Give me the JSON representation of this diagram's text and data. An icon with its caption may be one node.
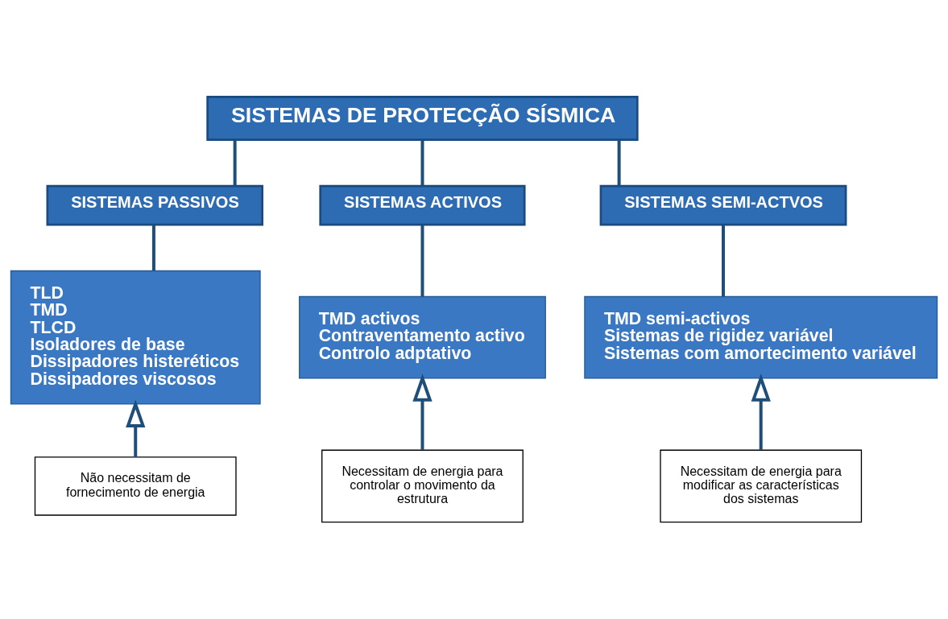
{
  "diagram": {
    "nodes": [
      {
        "text": [
          "SISTEMAS DE PROTECÇÃO SÍSMICA"
        ]
      },
      {
        "text": [
          "SISTEMAS PASSIVOS"
        ]
      },
      {
        "text": [
          "SISTEMAS ACTIVOS"
        ]
      },
      {
        "text": [
          "SISTEMAS SEMI-ACTVOS"
        ]
      },
      {
        "text": [
          "TLD",
          "TMD",
          "TLCD",
          "Isoladores de base",
          "Dissipadores histeréticos",
          "Dissipadores viscosos"
        ]
      },
      {
        "text": [
          "TMD activos",
          "Contraventamento activo",
          "Controlo adptativo"
        ]
      },
      {
        "text": [
          "TMD semi-activos",
          "Sistemas de rigidez variável",
          "Sistemas com amortecimento variável"
        ]
      },
      {
        "text": [
          "Não necessitam de fornecimento de energia"
        ]
      },
      {
        "text": [
          "Necessitam de energia para controlar o movimento da estrutura"
        ]
      },
      {
        "text": [
          "Necessitam de energia para modificar as características dos sistemas"
        ]
      }
    ],
    "edges": [
      {
        "from": 0,
        "to": 1,
        "arrow": "none"
      },
      {
        "from": 0,
        "to": 2,
        "arrow": "none"
      },
      {
        "from": 0,
        "to": 3,
        "arrow": "none"
      },
      {
        "from": 1,
        "to": 4,
        "arrow": "none"
      },
      {
        "from": 2,
        "to": 5,
        "arrow": "none"
      },
      {
        "from": 3,
        "to": 6,
        "arrow": "none"
      },
      {
        "from": 7,
        "to": 4,
        "arrow": "to"
      },
      {
        "from": 8,
        "to": 5,
        "arrow": "to"
      },
      {
        "from": 9,
        "to": 6,
        "arrow": "to"
      }
    ]
  }
}
